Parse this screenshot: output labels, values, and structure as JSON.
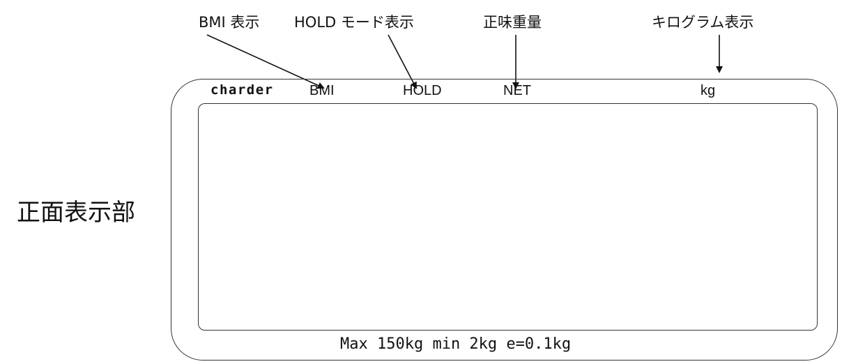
{
  "callouts": {
    "bmi_display": "BMI 表示",
    "hold_mode_display": "HOLD モード表示",
    "net_weight": "正味重量",
    "kilogram_display": "キログラム表示"
  },
  "section_title": "正面表示部",
  "panel": {
    "brand": "charder",
    "indicator_bmi": "BMI",
    "indicator_hold": "HOLD",
    "indicator_net": "NET",
    "indicator_kg": "kg",
    "spec_text": "Max 150kg min 2kg e=0.1kg"
  }
}
